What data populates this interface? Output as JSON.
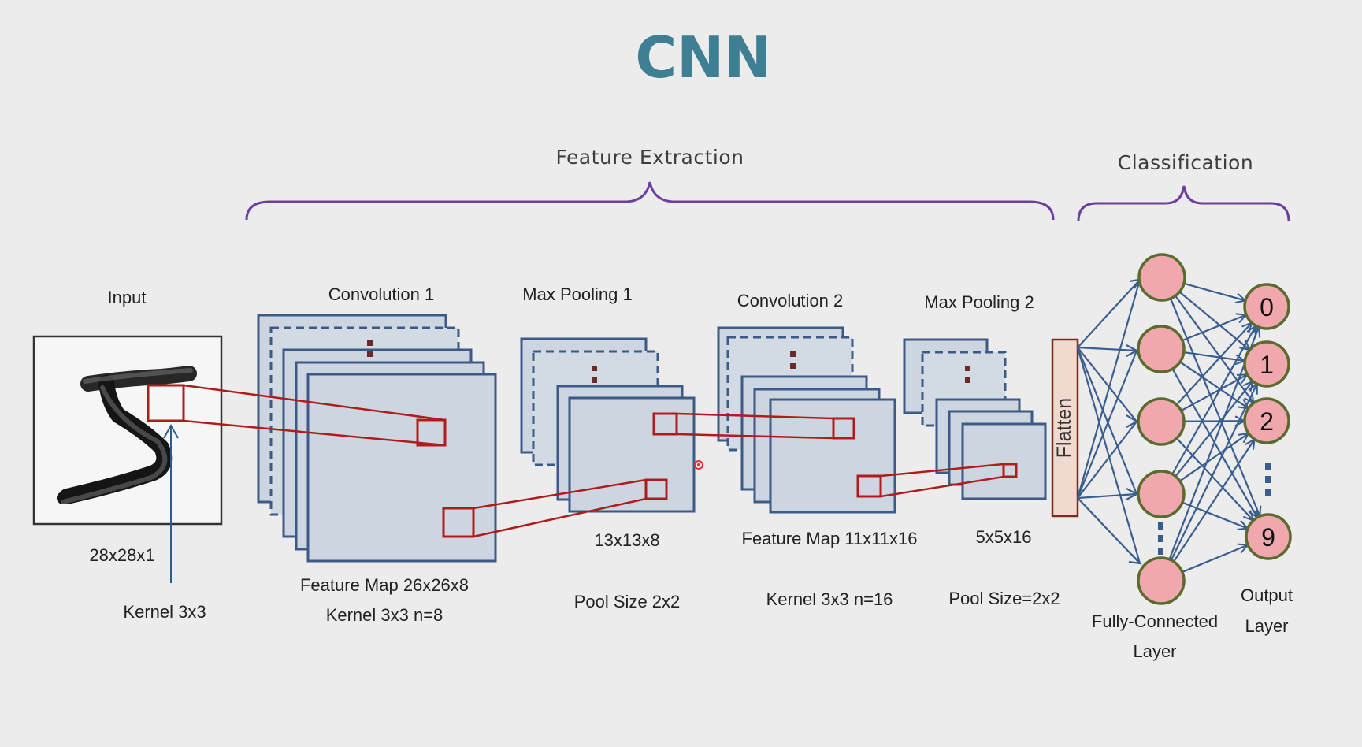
{
  "title": "CNN",
  "sections": {
    "feature_extraction": "Feature Extraction",
    "classification": "Classification"
  },
  "input": {
    "heading": "Input",
    "size": "28x28x1",
    "kernel": "Kernel  3x3"
  },
  "conv1": {
    "heading": "Convolution  1",
    "size": "Feature  Map  26x26x8",
    "kernel": "Kernel  3x3    n=8"
  },
  "pool1": {
    "heading": "Max  Pooling  1",
    "size": "13x13x8",
    "pool": "Pool  Size  2x2"
  },
  "conv2": {
    "heading": "Convolution  2",
    "size": "Feature  Map  11x11x16",
    "kernel": "Kernel  3x3    n=16"
  },
  "pool2": {
    "heading": "Max  Pooling  2",
    "size": "5x5x16",
    "pool": "Pool  Size=2x2"
  },
  "flatten": "Flatten",
  "fc": {
    "label_line1": "Fully-Connected",
    "label_line2": "Layer"
  },
  "output": {
    "label_line1": "Output",
    "label_line2": "Layer",
    "nodes": [
      "0",
      "1",
      "2",
      "9"
    ]
  },
  "colors": {
    "title": "#3e7f93",
    "plate_fill": "#cdd6e0",
    "plate_stroke": "#3b5a88",
    "highlight": "#b01c1c",
    "brace": "#6b3fa0",
    "node_fill": "#f0a8ae",
    "node_stroke": "#5a6b2e",
    "flatten_fill": "#f1d9cf"
  }
}
